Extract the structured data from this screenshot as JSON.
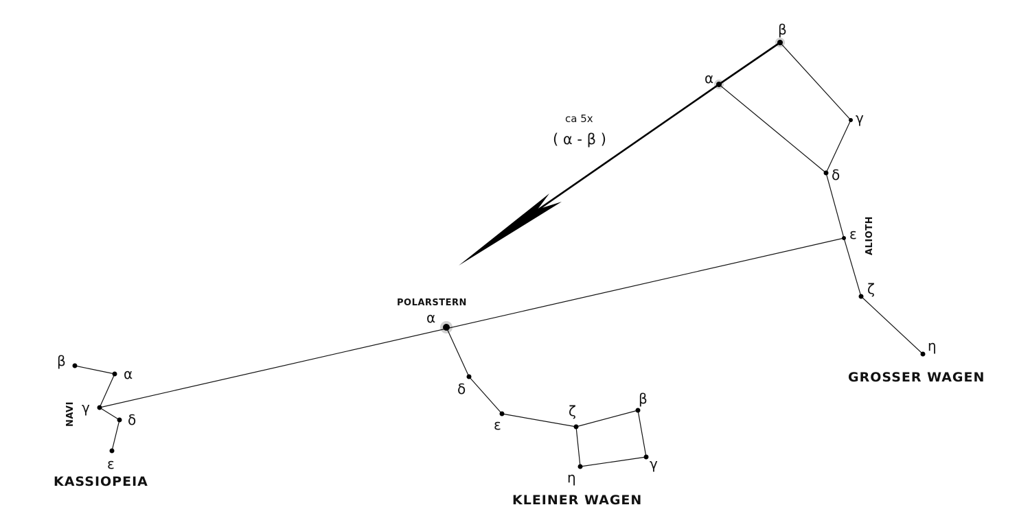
{
  "grosser_wagen": {
    "name": "GROSSER WAGEN",
    "alioth": "ALIOTH",
    "stars": {
      "alpha": "α",
      "beta": "β",
      "gamma": "γ",
      "delta": "δ",
      "epsilon": "ε",
      "zeta": "ζ",
      "eta": "η"
    }
  },
  "kleiner_wagen": {
    "name": "KLEINER WAGEN",
    "stars": {
      "delta": "δ",
      "epsilon": "ε",
      "zeta": "ζ",
      "beta": "β",
      "gamma": "γ",
      "eta": "η"
    }
  },
  "polarstern": {
    "name": "POLARSTERN",
    "alpha": "α"
  },
  "kassiopeia": {
    "name": "KASSIOPEIA",
    "navi": "NAVI",
    "stars": {
      "beta": "β",
      "alpha": "α",
      "gamma": "γ",
      "delta": "δ",
      "epsilon": "ε"
    }
  },
  "annotation": {
    "line1": "ca 5x",
    "line2": "( α - β )"
  },
  "colors": {
    "ink": "#111111",
    "background": "#ffffff"
  }
}
